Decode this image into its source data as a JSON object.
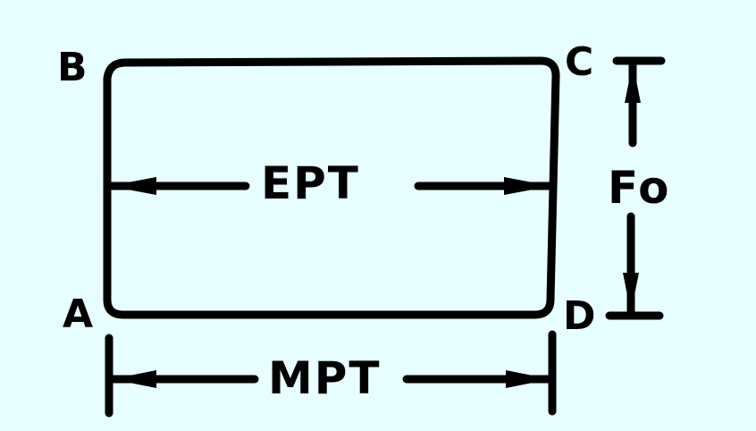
{
  "diagram": {
    "background": "#E8FFFF",
    "stroke": "#000000",
    "corners": {
      "A": "A",
      "B": "B",
      "C": "C",
      "D": "D"
    },
    "dimensions": {
      "ept": "EPT",
      "mpt": "MPT",
      "fo": "Fo"
    }
  }
}
